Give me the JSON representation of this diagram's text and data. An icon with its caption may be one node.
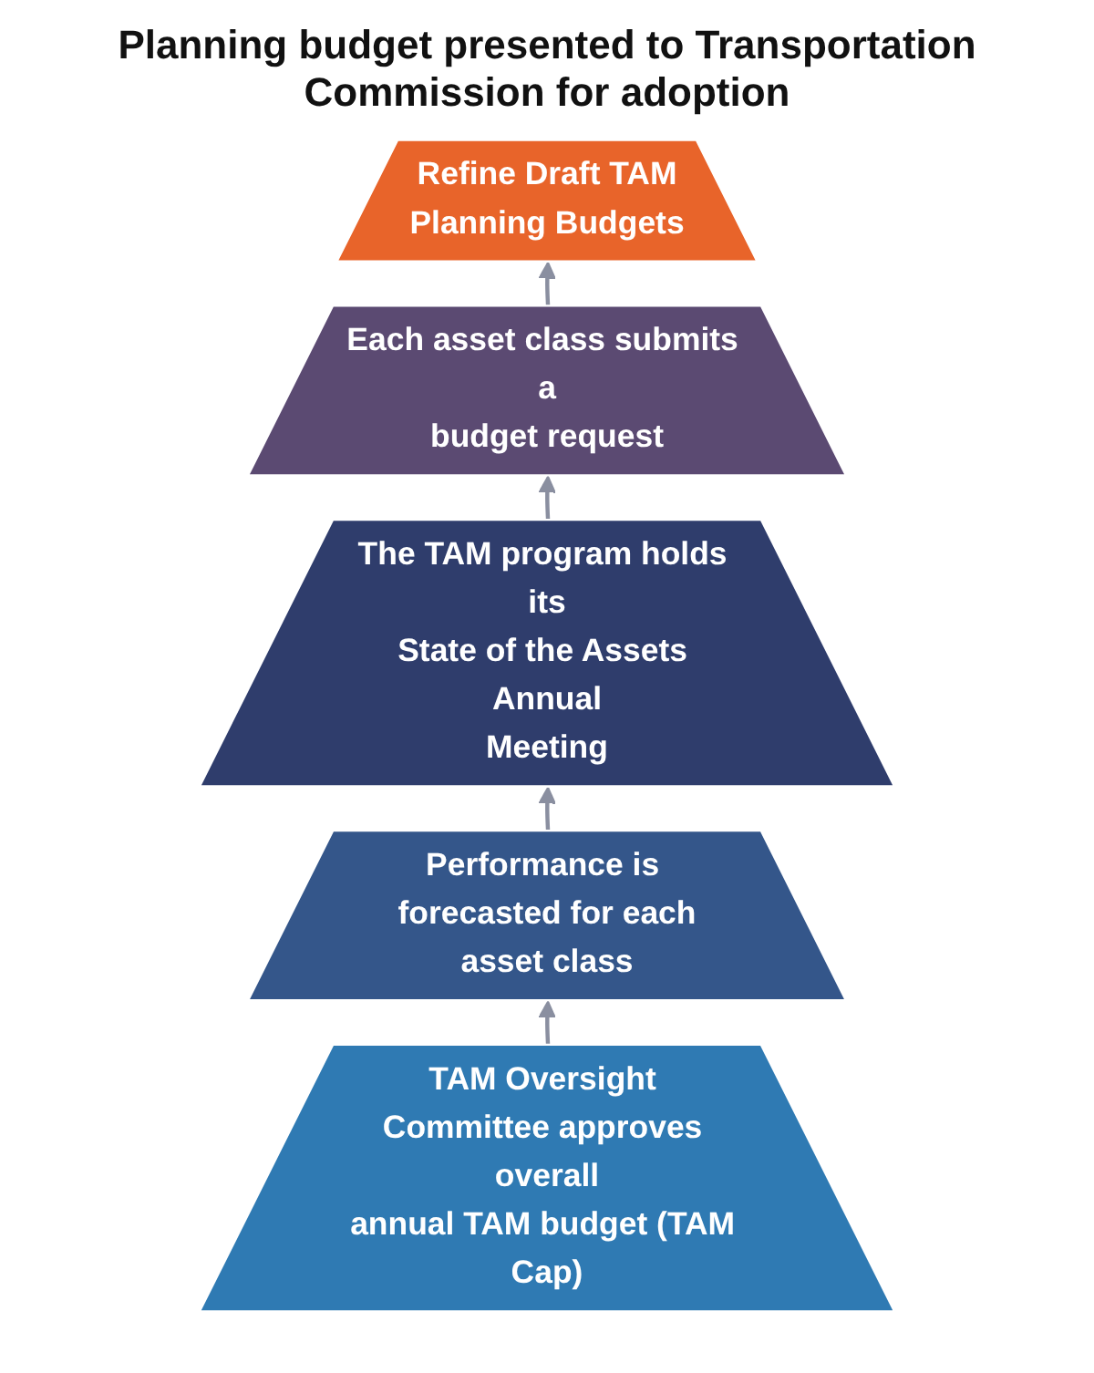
{
  "diagram": {
    "title": "Planning budget presented to Transportation Commission for adoption",
    "nodes": [
      {
        "text": [
          "Refine Draft TAM Planning Budgets"
        ]
      },
      {
        "text": [
          "Each asset class submits a budget request"
        ]
      },
      {
        "text": [
          "The TAM program holds its State of the Assets Annual Meeting"
        ]
      },
      {
        "text": [
          "Performance is forecasted for each asset class"
        ]
      },
      {
        "text": [
          "TAM Oversight Committee approves overall annual TAM budget (TAM Cap)"
        ]
      }
    ],
    "edges": [
      {
        "from": 4,
        "to": 3,
        "arrow": "to"
      },
      {
        "from": 3,
        "to": 2,
        "arrow": "to"
      },
      {
        "from": 2,
        "to": 1,
        "arrow": "to"
      },
      {
        "from": 1,
        "to": 0,
        "arrow": "to"
      }
    ]
  }
}
